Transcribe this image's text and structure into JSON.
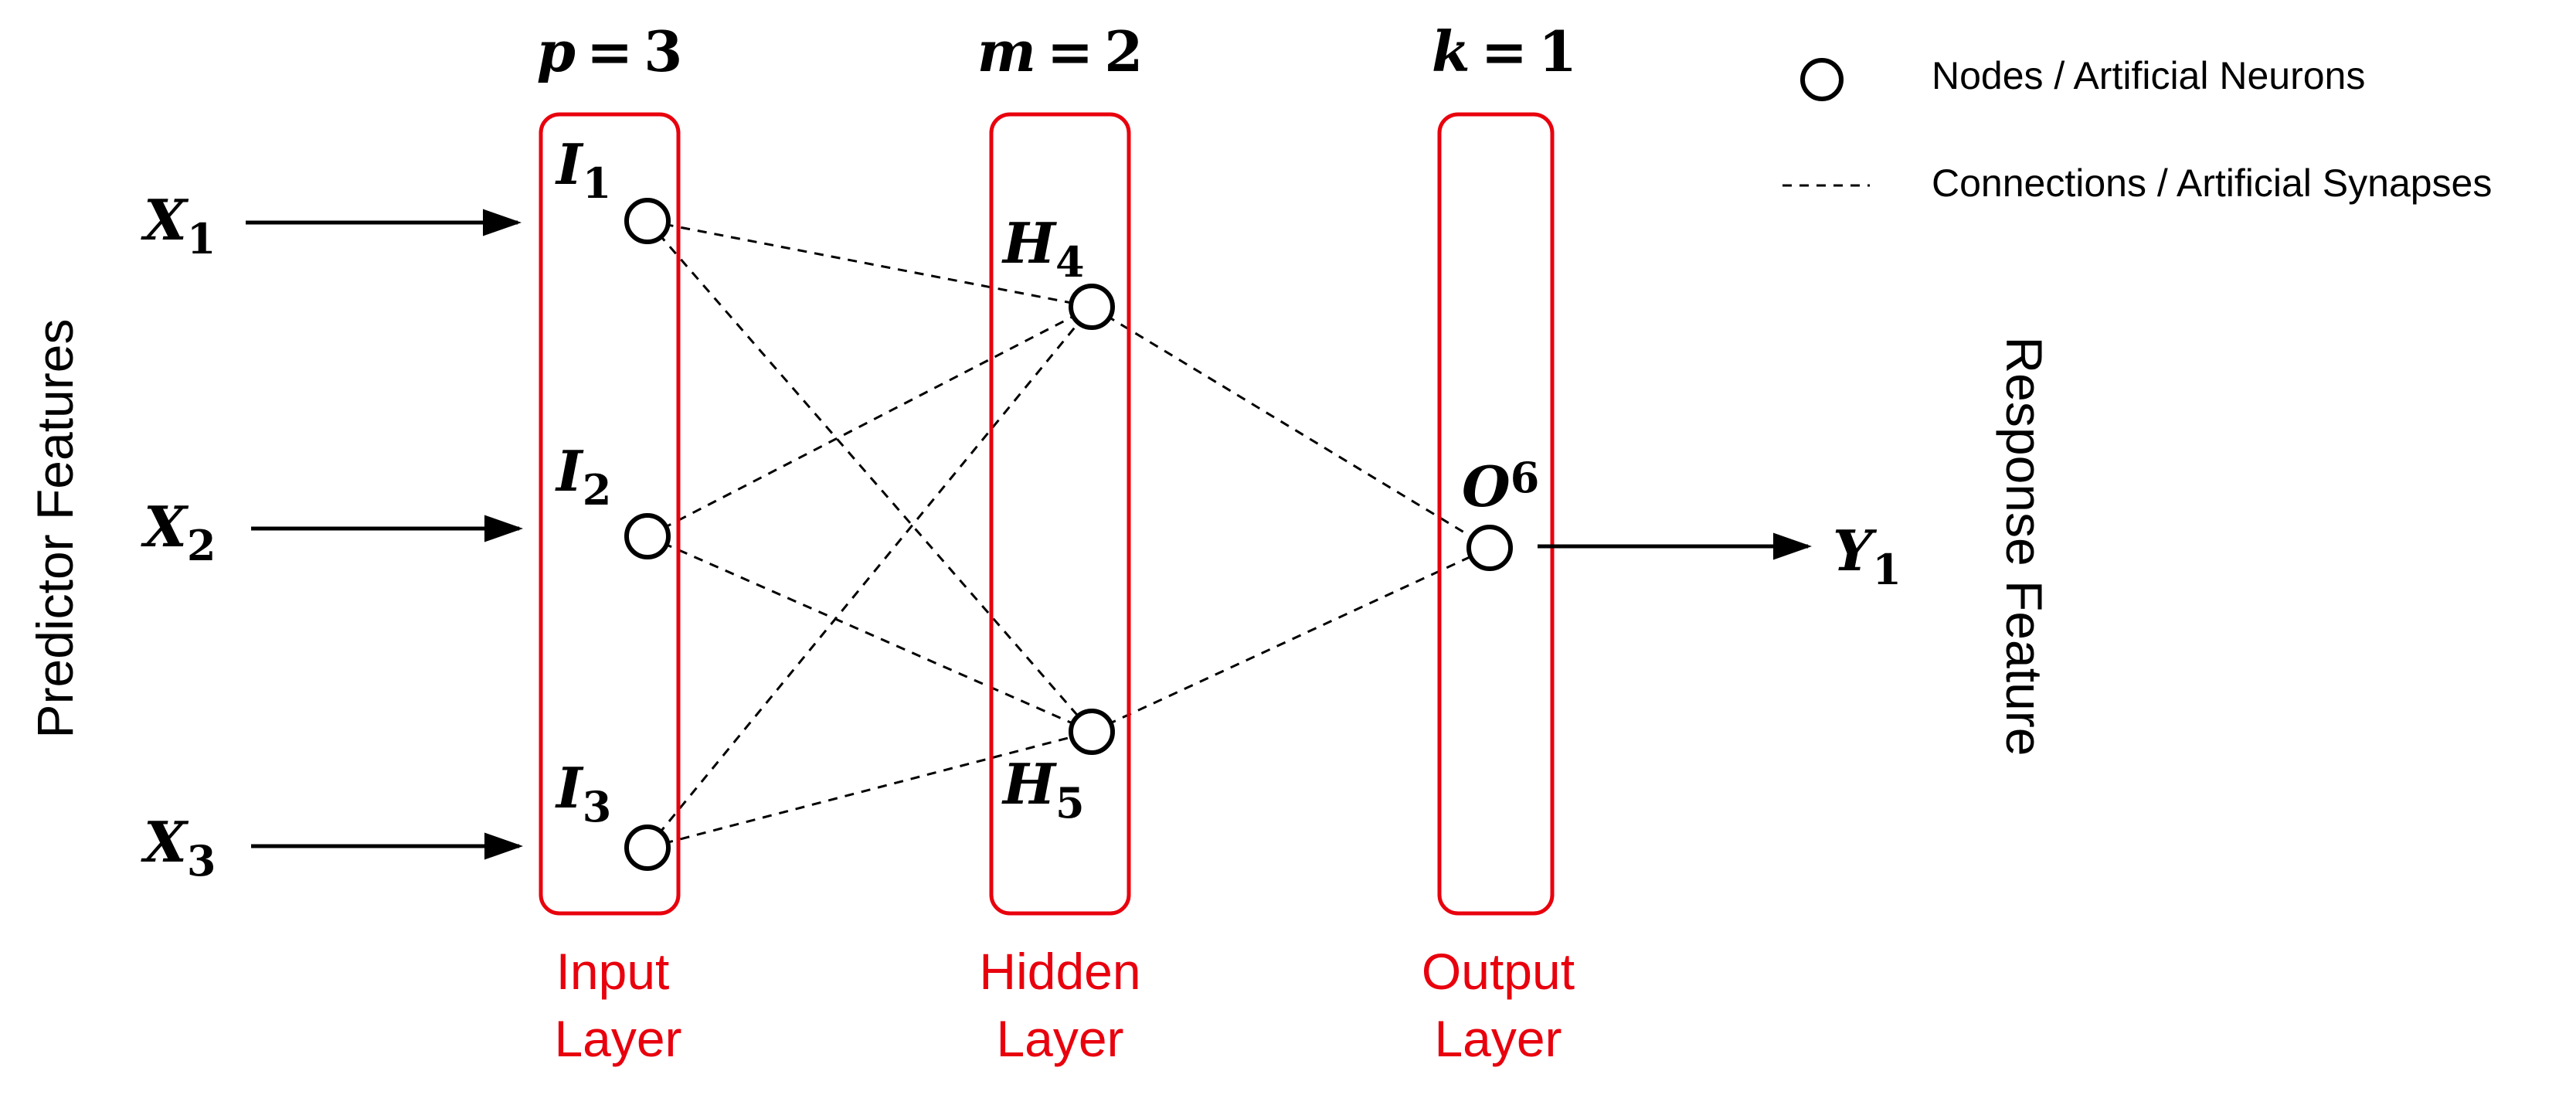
{
  "colors": {
    "layer": "#e8000d",
    "ink": "#000000",
    "background": "#ffffff"
  },
  "layer_sizes": {
    "input": {
      "var": "p",
      "eq": "=",
      "value": "3"
    },
    "hidden": {
      "var": "m",
      "eq": "=",
      "value": "2"
    },
    "output": {
      "var": "k",
      "eq": "=",
      "value": "1"
    }
  },
  "layers": {
    "input": {
      "line1": "Input",
      "line2": "Layer"
    },
    "hidden": {
      "line1": "Hidden",
      "line2": "Layer"
    },
    "output": {
      "line1": "Output",
      "line2": "Layer"
    }
  },
  "nodes": {
    "I1": {
      "base": "I",
      "sub": "1"
    },
    "I2": {
      "base": "I",
      "sub": "2"
    },
    "I3": {
      "base": "I",
      "sub": "3"
    },
    "H4": {
      "base": "H",
      "sub": "4"
    },
    "H5": {
      "base": "H",
      "sub": "5"
    },
    "O6": {
      "base": "O",
      "sub": "6"
    }
  },
  "inputs": [
    {
      "base": "X",
      "sub": "1"
    },
    {
      "base": "X",
      "sub": "2"
    },
    {
      "base": "X",
      "sub": "3"
    }
  ],
  "output": {
    "base": "Y",
    "sub": "1"
  },
  "side_labels": {
    "left": "Predictor Features",
    "right": "Response Feature"
  },
  "legend": {
    "nodes": "Nodes / Artificial Neurons",
    "connections": "Connections / Artificial Synapses"
  },
  "connections": [
    [
      "I1",
      "H4"
    ],
    [
      "I1",
      "H5"
    ],
    [
      "I2",
      "H4"
    ],
    [
      "I2",
      "H5"
    ],
    [
      "I3",
      "H4"
    ],
    [
      "I3",
      "H5"
    ],
    [
      "H4",
      "O6"
    ],
    [
      "H5",
      "O6"
    ]
  ]
}
